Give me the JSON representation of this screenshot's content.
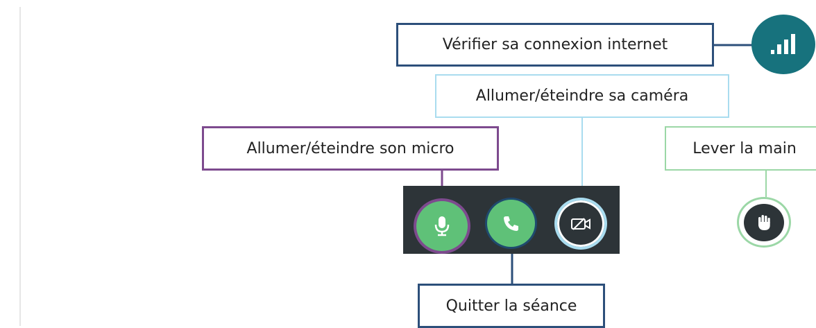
{
  "labels": {
    "network": "Vérifier sa connexion internet",
    "camera": "Allumer/éteindre sa caméra",
    "microphone": "Allumer/éteindre son micro",
    "raise_hand": "Lever la main",
    "leave": "Quitter la séance"
  },
  "icons": {
    "network": "signal-bars-icon",
    "microphone": "microphone-icon",
    "leave": "phone-icon",
    "camera": "camera-off-icon",
    "raise_hand": "hand-icon"
  },
  "colors": {
    "network": "#2c4f7a",
    "camera": "#a9dcef",
    "microphone": "#7d4a8e",
    "raise_hand": "#9bd7a6",
    "leave": "#2c4f7a",
    "active_button": "#5fc178",
    "control_bar": "#2d3438",
    "network_badge": "#17727d"
  }
}
